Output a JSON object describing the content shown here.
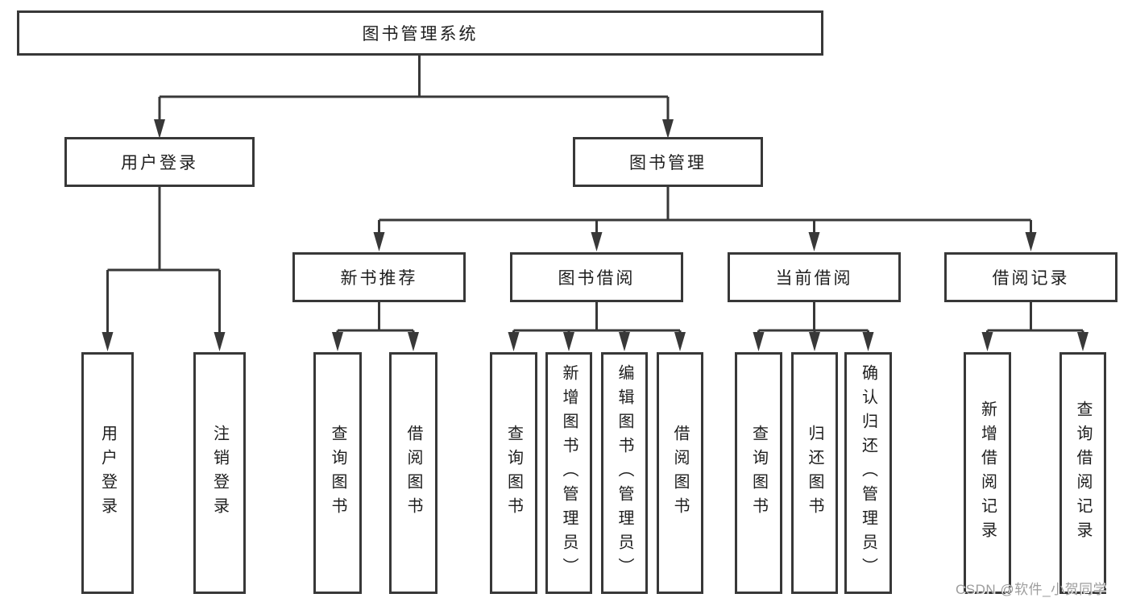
{
  "tree": {
    "label": "图书管理系统",
    "children": [
      {
        "label": "用户登录",
        "children": [
          {
            "label": "用户登录"
          },
          {
            "label": "注销登录"
          }
        ]
      },
      {
        "label": "图书管理",
        "children": [
          {
            "label": "新书推荐",
            "children": [
              {
                "label": "查询图书"
              },
              {
                "label": "借阅图书"
              }
            ]
          },
          {
            "label": "图书借阅",
            "children": [
              {
                "label": "查询图书"
              },
              {
                "label": "新增图书（管理员）"
              },
              {
                "label": "编辑图书（管理员）"
              },
              {
                "label": "借阅图书"
              }
            ]
          },
          {
            "label": "当前借阅",
            "children": [
              {
                "label": "查询图书"
              },
              {
                "label": "归还图书"
              },
              {
                "label": "确认归还（管理员）"
              }
            ]
          },
          {
            "label": "借阅记录",
            "children": [
              {
                "label": "新增借阅记录"
              },
              {
                "label": "查询借阅记录"
              }
            ]
          }
        ]
      }
    ]
  },
  "watermark": "CSDN @软件_小贺同学",
  "colors": {
    "line": "#383838",
    "text": "#1e1e1e",
    "background": "#ffffff",
    "watermark": "#9d9d9d"
  }
}
